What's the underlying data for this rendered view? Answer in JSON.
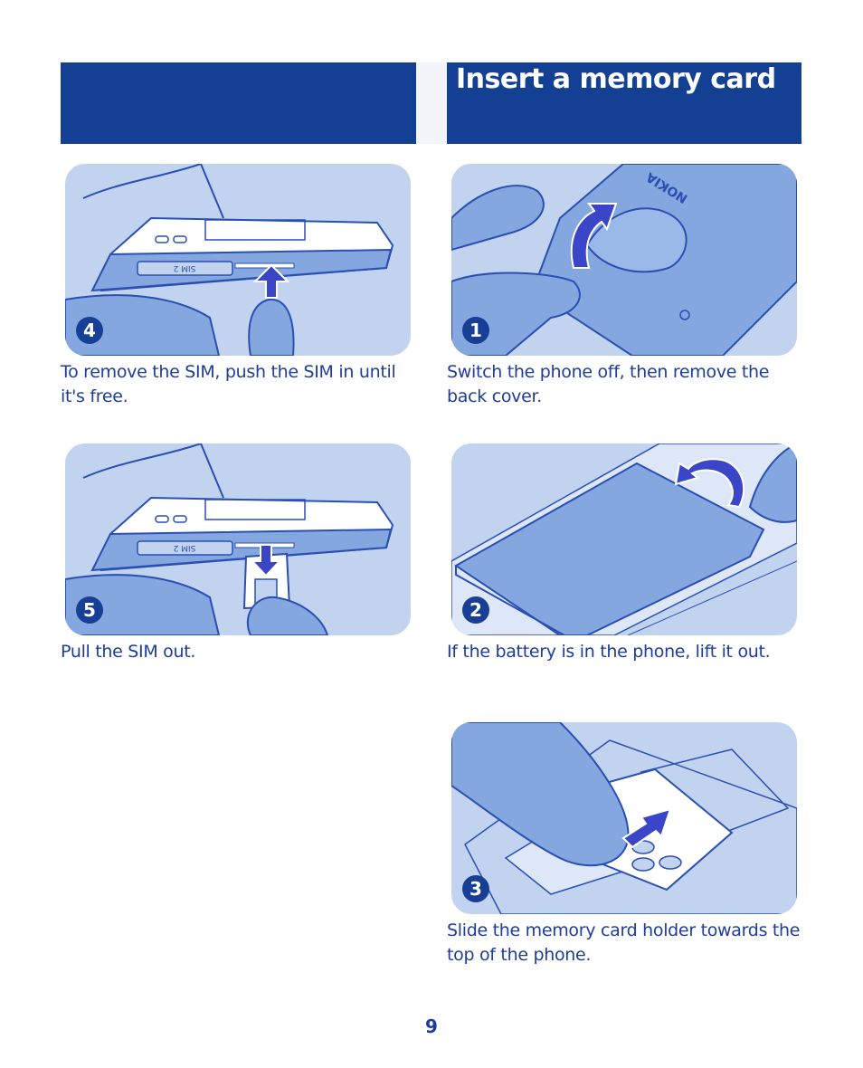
{
  "section": {
    "title": "Insert a memory card"
  },
  "steps": [
    {
      "number": "4",
      "caption": "To remove the SIM, push the SIM in until it's free.",
      "sim_label": "SIM 2"
    },
    {
      "number": "5",
      "caption": "Pull the SIM out.",
      "sim_label": "SIM 2"
    },
    {
      "number": "1",
      "caption": "Switch the phone off, then remove the back cover.",
      "brand_label": "NOKIA"
    },
    {
      "number": "2",
      "caption": "If the battery is in the phone, lift it out."
    },
    {
      "number": "3",
      "caption": "Slide the memory card holder towards the top of the phone."
    }
  ],
  "colors": {
    "header_band": "#134093",
    "panel_background": "#c2d3ef",
    "phone_fill": "#84a7e0",
    "arrow": "#3a45c8",
    "text": "#1d3d9b"
  },
  "icons": [
    "push-arrow-icon",
    "pull-arrow-icon",
    "curved-arrow-icon",
    "slide-arrow-icon"
  ],
  "page": {
    "number": "9"
  }
}
